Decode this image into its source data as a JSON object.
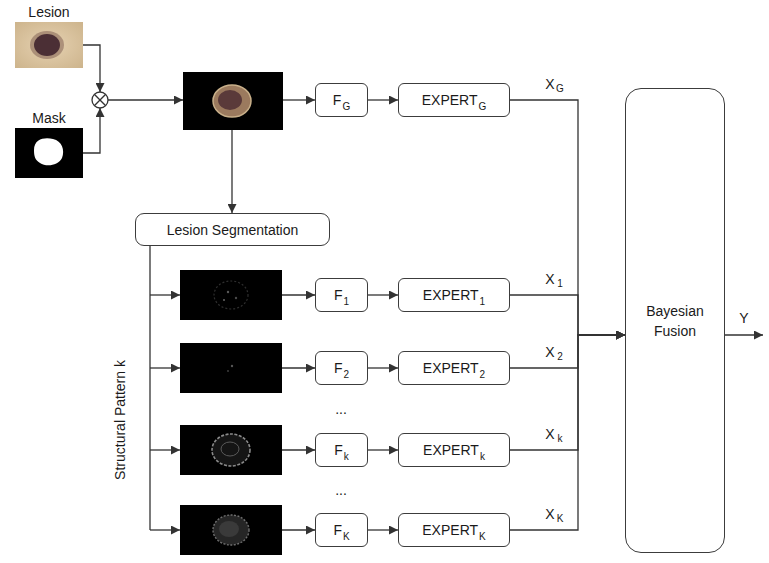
{
  "diagram": {
    "nodes": [
      {
        "text": [
          "F",
          "G"
        ]
      },
      {
        "text": [
          "EXPERT",
          "G"
        ]
      },
      {
        "text": [
          "Lesion Segmentation"
        ]
      },
      {
        "text": [
          "F",
          "1"
        ]
      },
      {
        "text": [
          "EXPERT",
          "1"
        ]
      },
      {
        "text": [
          "F",
          "2"
        ]
      },
      {
        "text": [
          "EXPERT",
          "2"
        ]
      },
      {
        "text": [
          "F",
          "k"
        ]
      },
      {
        "text": [
          "EXPERT",
          "k"
        ]
      },
      {
        "text": [
          "F",
          "K"
        ]
      },
      {
        "text": [
          "EXPERT",
          "K"
        ]
      },
      {
        "text": [
          "Bayesian Fusion"
        ]
      }
    ],
    "edges": [
      {
        "from": 0,
        "to": 1,
        "arrow": "to"
      },
      {
        "from": 3,
        "to": 4,
        "arrow": "to"
      },
      {
        "from": 5,
        "to": 6,
        "arrow": "to"
      },
      {
        "from": 7,
        "to": 8,
        "arrow": "to"
      },
      {
        "from": 9,
        "to": 10,
        "arrow": "to"
      },
      {
        "from": 1,
        "to": 11,
        "arrow": "to"
      },
      {
        "from": 4,
        "to": 11,
        "arrow": "to"
      },
      {
        "from": 6,
        "to": 11,
        "arrow": "to"
      },
      {
        "from": 8,
        "to": 11,
        "arrow": "to"
      },
      {
        "from": 10,
        "to": 11,
        "arrow": "to"
      }
    ],
    "labels": [
      "Lesion",
      "Mask",
      "X",
      "G",
      "X",
      "1",
      "X",
      "2",
      "X",
      "k",
      "X",
      "K",
      "Structural Pattern k",
      "...",
      "...",
      "Y"
    ]
  }
}
